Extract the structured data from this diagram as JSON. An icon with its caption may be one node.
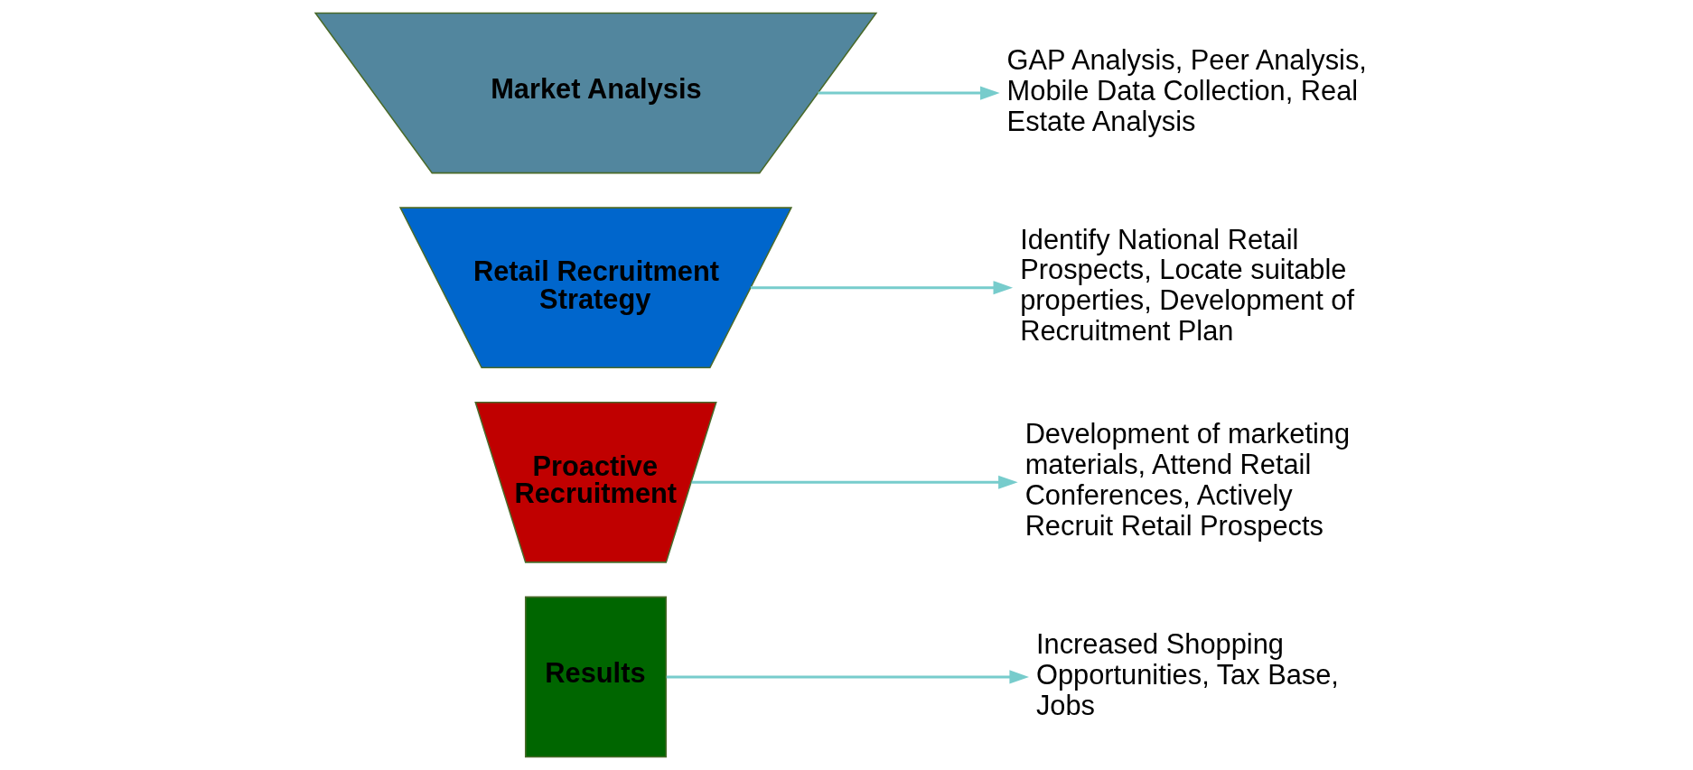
{
  "diagram": {
    "nodes": [
      {
        "text": [
          "Market Analysis"
        ]
      },
      {
        "text": [
          "Retail Recruitment Strategy"
        ]
      },
      {
        "text": [
          "Proactive Recruitment"
        ]
      },
      {
        "text": [
          "Results"
        ]
      },
      {
        "text": [
          "GAP Analysis, Peer Analysis, Mobile Data Collection, Real Estate Analysis"
        ]
      },
      {
        "text": [
          "Identify National Retail Prospects, Locate suitable properties, Development of Recruitment Plan"
        ]
      },
      {
        "text": [
          "Development of marketing materials, Attend Retail Conferences, Actively Recruit Retail Prospects"
        ]
      },
      {
        "text": [
          "Increased Shopping Opportunities, Tax Base, Jobs"
        ]
      }
    ],
    "edges": [
      {
        "from": 0,
        "to": 4,
        "arrow": "to"
      },
      {
        "from": 1,
        "to": 5,
        "arrow": "to"
      },
      {
        "from": 2,
        "to": 6,
        "arrow": "to"
      },
      {
        "from": 3,
        "to": 7,
        "arrow": "to"
      }
    ]
  }
}
